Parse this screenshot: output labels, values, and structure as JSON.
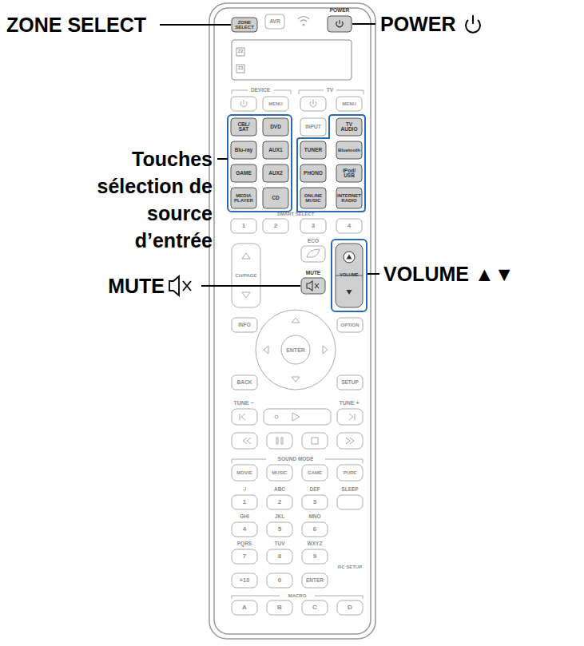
{
  "diagram": {
    "labels": [
      "ZONE SELECT",
      "POWER",
      "Touches sélection de source d’entrée",
      "MUTE",
      "VOLUME ▲▼",
      "ZONE SELECT",
      "AVR",
      "POWER",
      "Z2",
      "Z3",
      "DEVICE",
      "TV",
      "MENU",
      "MENU",
      "CBL/ SAT",
      "DVD",
      "INPUT",
      "TV AUDIO",
      "Blu-ray",
      "AUX1",
      "TUNER",
      "Bluetooth",
      "GAME",
      "AUX2",
      "PHONO",
      "iPod/ USB",
      "MEDIA PLAYER",
      "CD",
      "ONLINE MUSIC",
      "INTERNET RADIO",
      "SMART SELECT",
      "1",
      "2",
      "3",
      "4",
      "ECO",
      "CH/PAGE",
      "MUTE",
      "VOLUME",
      "INFO",
      "OPTION",
      "ENTER",
      "BACK",
      "SETUP",
      "TUNE −",
      "TUNE +",
      "SOUND MODE",
      "MOVIE",
      "MUSIC",
      "GAME",
      "PURE",
      "-/",
      "ABC",
      "DEF",
      "SLEEP",
      "1",
      "2",
      "3",
      "GHI",
      "JKL",
      "MNO",
      "4",
      "5",
      "6",
      "PQRS",
      "TUV",
      "WXYZ",
      "7",
      "8",
      "9",
      "RC SETUP",
      "+10",
      "0",
      "ENTER",
      "MACRO",
      "A",
      "B",
      "C",
      "D"
    ]
  }
}
